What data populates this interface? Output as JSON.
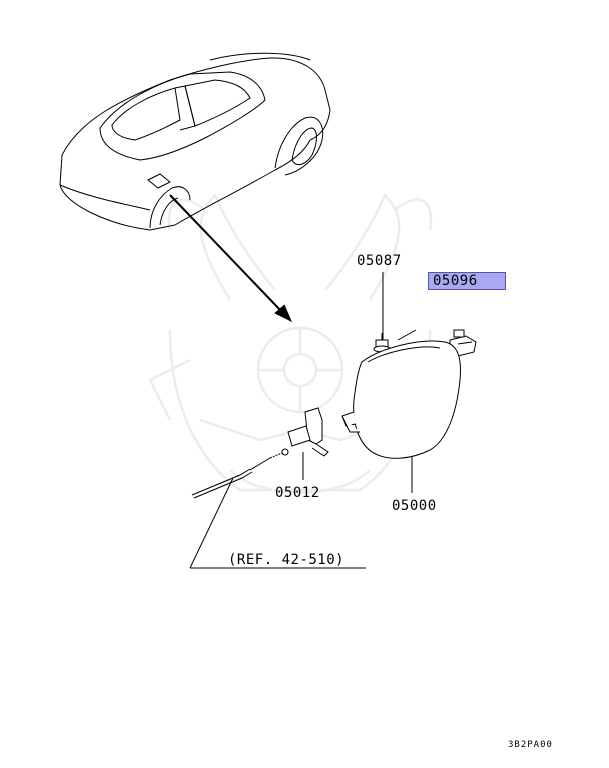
{
  "callouts": {
    "p05087": "05087",
    "p05096": "05096",
    "p05012": "05012",
    "p05000": "05000",
    "ref": "(REF. 42-510)"
  },
  "diagram_code": "3B2PA00",
  "colors": {
    "highlight": "#a9a9f2",
    "line": "#000000",
    "watermark": "#eeeeee"
  }
}
